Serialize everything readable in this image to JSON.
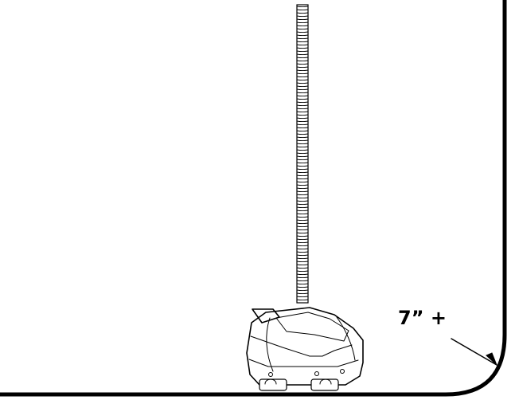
{
  "diagram": {
    "clearance_label": "7” +",
    "colors": {
      "line": "#000000",
      "background": "#ffffff"
    },
    "objects": [
      "wall-and-floor",
      "steam-hose",
      "steamer-base",
      "clearance-arrow"
    ]
  }
}
